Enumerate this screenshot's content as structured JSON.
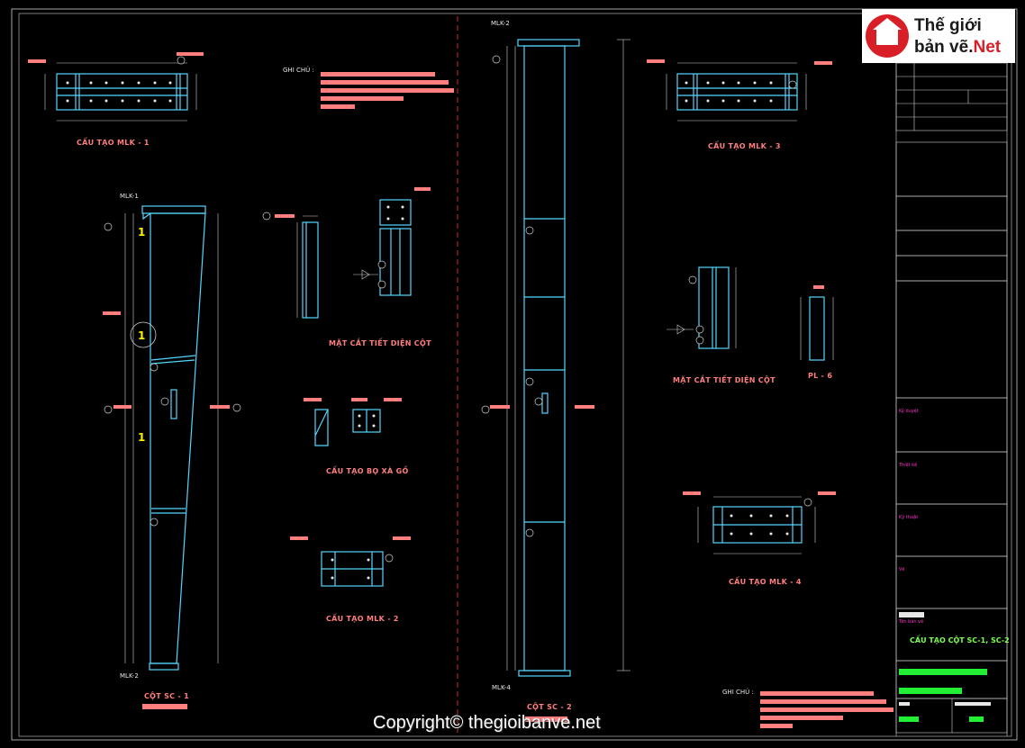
{
  "labels": {
    "ghi_chu_top": "GHI CHÚ :",
    "ghi_chu_bottom": "GHI CHÚ :",
    "mlk1_title": "CẤU TẠO MLK - 1",
    "mlk2_title": "CẤU TẠO MLK - 2",
    "mlk3_title": "CẤU TẠO MLK - 3",
    "mlk4_title": "CẤU TẠO MLK - 4",
    "section_left": "MẶT CẮT TIẾT DIỆN CỘT",
    "section_right": "MẶT CẮT TIẾT DIỆN CỘT",
    "bo_xa_go": "CẤU TẠO BỌ XÀ GỒ",
    "pl6": "PL - 6",
    "col_sc1": "CỘT SC - 1",
    "col_sc2": "CỘT SC - 2",
    "tag_mlk1": "MLK-1",
    "tag_mlk2_top": "MLK-2",
    "tag_mlk2_bot": "MLK-2",
    "tag_mlk4": "MLK-4",
    "title_block_drawing": "CẤU TẠO CỘT SC-1, SC-2"
  },
  "logo": {
    "line1": "Thế giới",
    "line2_a": "bản vẽ.",
    "line2_b": "Net"
  },
  "watermark": "Copyright© thegioibanve.net",
  "colors": {
    "line": "#55d6ff",
    "dimension": "#ff7f7f",
    "frame": "#cfcfcf",
    "accent_green": "#22ee33"
  }
}
